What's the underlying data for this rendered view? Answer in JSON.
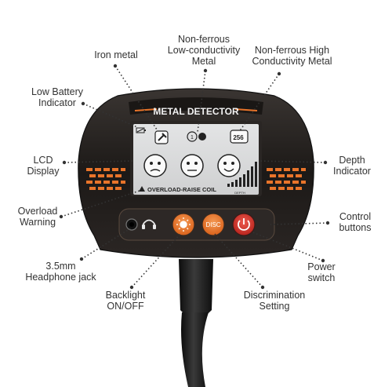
{
  "device": {
    "header_label": "METAL DETECTOR",
    "lcd": {
      "disc_value_left": "1",
      "disc_value_right": "256",
      "warning_text": "OVERLOAD-RAISE COIL",
      "depth_label": "DEPTH"
    },
    "buttons": {
      "disc_label": "DISC"
    }
  },
  "callouts": {
    "iron_metal": "Iron metal",
    "non_ferrous_low": "Non-ferrous\nLow-conductivity\nMetal",
    "non_ferrous_high": "Non-ferrous High\nConductivity Metal",
    "low_battery": "Low Battery\nIndicator",
    "lcd_display": "LCD\nDisplay",
    "depth_indicator": "Depth\nIndicator",
    "overload_warning": "Overload\nWarning",
    "control_buttons": "Control\nbuttons",
    "headphone_jack": "3.5mm\nHeadphone jack",
    "power_switch": "Power\nswitch",
    "backlight": "Backlight\nON/OFF",
    "discrimination": "Discrimination\nSetting"
  },
  "colors": {
    "body": "#1f1b19",
    "accent_orange": "#e8742a",
    "lcd_bg": "#d9dadb",
    "power_red": "#d8342c"
  },
  "icons": [
    "battery-icon",
    "headphone-icon",
    "sun-icon",
    "power-icon",
    "face-icon",
    "hammer-icon"
  ]
}
